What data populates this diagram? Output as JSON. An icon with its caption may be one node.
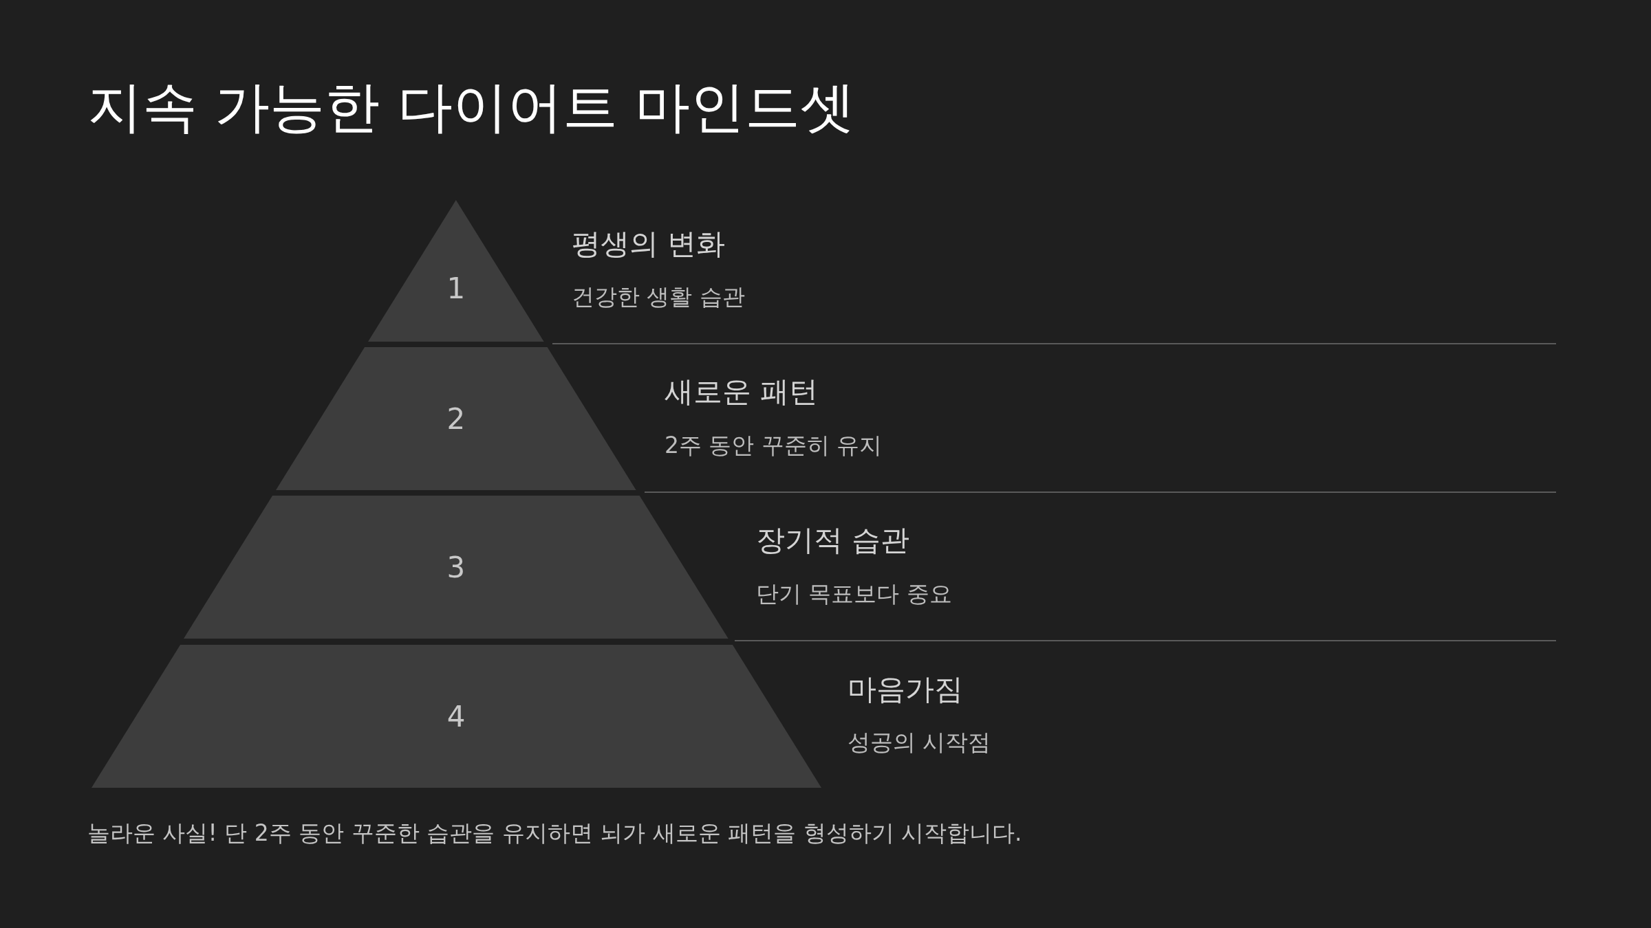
{
  "diagram": {
    "title": "지속 가능한 다이어트 마인드셋",
    "nodes": [
      {
        "text": [
          "1"
        ],
        "beside": [
          "평생의 변화",
          "건강한 생활 습관"
        ]
      },
      {
        "text": [
          "2"
        ],
        "beside": [
          "새로운 패턴",
          "2주 동안 꾸준히 유지"
        ]
      },
      {
        "text": [
          "3"
        ],
        "beside": [
          "장기적 습관",
          "단기 목표보다 중요"
        ]
      },
      {
        "text": [
          "4"
        ],
        "beside": [
          "마음가짐",
          "성공의 시작점"
        ]
      }
    ],
    "edges": [],
    "caption": "놀라운 사실! 단 2주 동안 꾸준한 습관을 유지하면 뇌가 새로운 패턴을 형성하기 시작합니다."
  }
}
